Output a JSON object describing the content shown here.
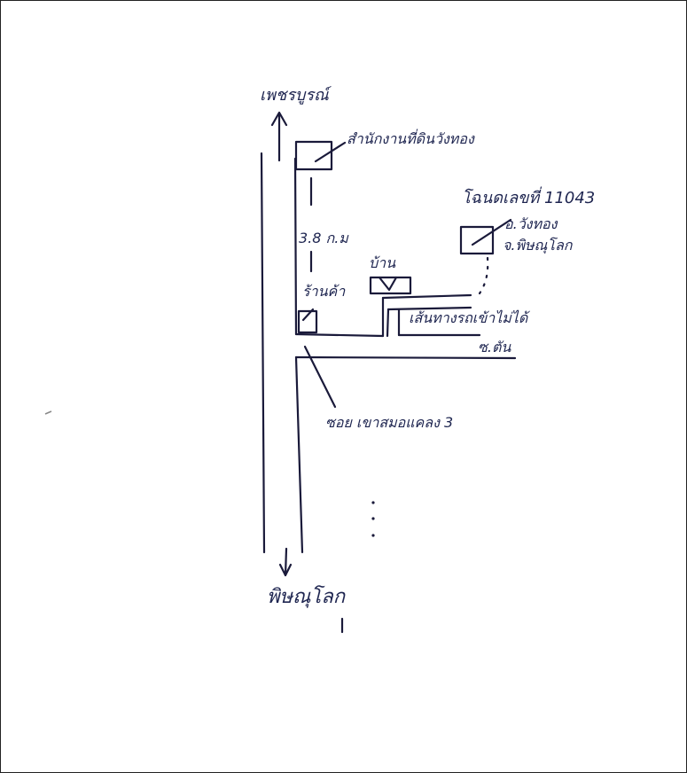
{
  "labels": {
    "north_destination": "เพชรบูรณ์",
    "land_office": "สำนักงานที่ดินวังทอง",
    "distance": "3.8 ก.ม",
    "deed": "โฉนดเลขที่ 11043",
    "district": "อ.วังทอง",
    "province": "จ.พิษณุโลก",
    "house": "บ้าน",
    "shop": "ร้านค้า",
    "path_note": "เส้นทางรถเข้าไม่ได้",
    "dead_end": "ซ.ตัน",
    "soi": "ซอย เขาสมอแคลง 3",
    "south_destination": "พิษณุโลก"
  },
  "colors": {
    "ink": "#1a1a3a",
    "text": "#1e2550"
  },
  "icons": {
    "north_arrow": "arrow-up-icon",
    "south_arrow": "arrow-down-icon"
  }
}
